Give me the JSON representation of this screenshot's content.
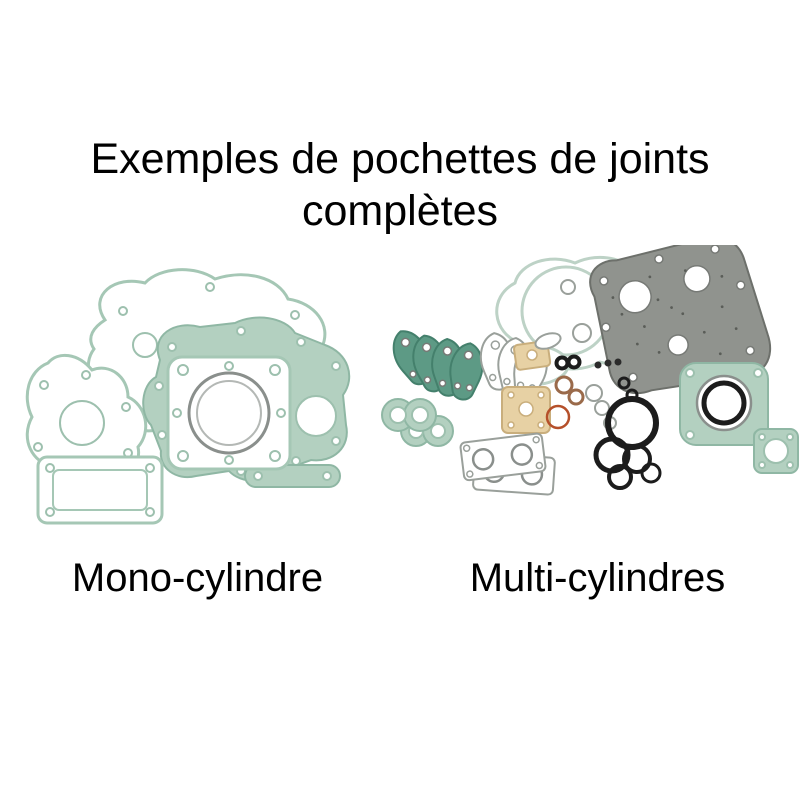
{
  "page": {
    "background": "#ffffff"
  },
  "title": {
    "line1": "Exemples de pochettes de joints",
    "line2": "complètes"
  },
  "labels": {
    "mono": "Mono-cylindre",
    "multi": "Multi-cylindres"
  },
  "illustrations": {
    "left": "mono-cylinder-complete-gasket-set",
    "right": "multi-cylinder-complete-gasket-set"
  },
  "colors": {
    "text": "#000000",
    "gasket_celadon": "#b3d0c0",
    "gasket_celadon_stroke": "#8fb7a4",
    "gasket_outline": "#a5c7b5",
    "gasket_teal_dark": "#5d9a85",
    "gasket_gray": "#90938e",
    "paper_beige": "#e7d1a4",
    "oring_black": "#1c1c1c",
    "copper_ring": "#9a6a4a",
    "red_ring": "#b5502a"
  }
}
